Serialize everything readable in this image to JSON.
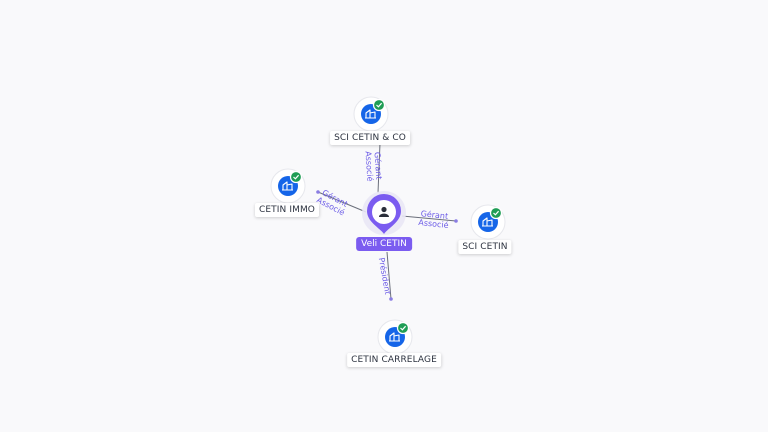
{
  "person": {
    "name": "Veli CETIN",
    "icon": "person-icon"
  },
  "companies": [
    {
      "id": "sci-cetin-co",
      "name": "SCI CETIN & CO",
      "status": "active",
      "icon": "building-icon"
    },
    {
      "id": "cetin-immo",
      "name": "CETIN IMMO",
      "status": "active",
      "icon": "building-icon"
    },
    {
      "id": "sci-cetin",
      "name": "SCI CETIN",
      "status": "active",
      "icon": "building-icon"
    },
    {
      "id": "cetin-carrelage",
      "name": "CETIN CARRELAGE",
      "status": "active",
      "icon": "building-icon"
    }
  ],
  "relations": [
    {
      "to": "sci-cetin-co",
      "roles": [
        "Gérant",
        "Associé"
      ]
    },
    {
      "to": "cetin-immo",
      "roles": [
        "Gérant",
        "Associé"
      ]
    },
    {
      "to": "sci-cetin",
      "roles": [
        "Gérant",
        "Associé"
      ]
    },
    {
      "to": "cetin-carrelage",
      "roles": [
        "Président"
      ]
    }
  ],
  "colors": {
    "accent": "#7b5cf0",
    "company_icon": "#1565e8",
    "verified": "#1f9d55",
    "edge_text": "#6c5ce7"
  }
}
